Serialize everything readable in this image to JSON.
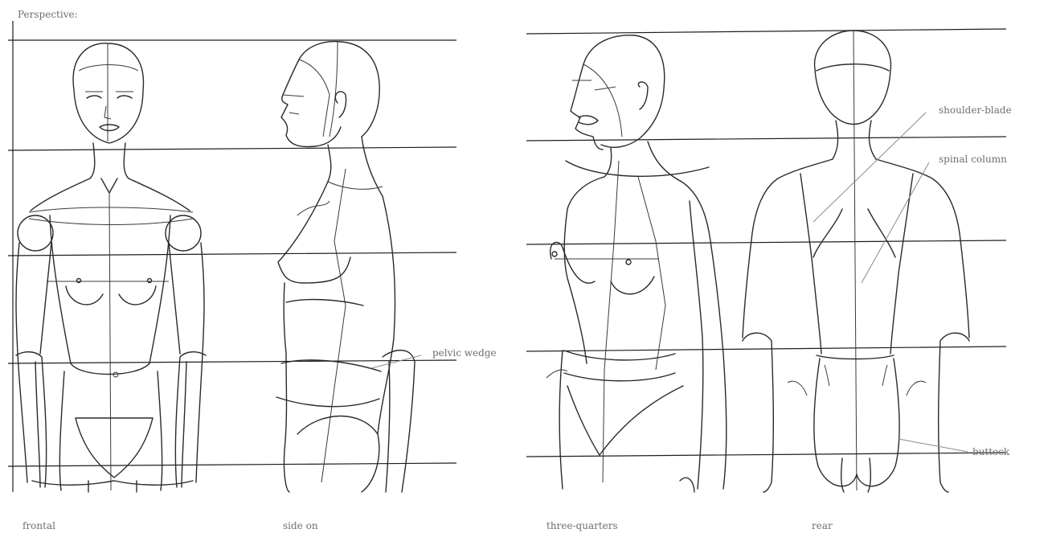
{
  "header": {
    "title": "Perspective:"
  },
  "views": [
    {
      "id": "frontal",
      "caption": "frontal"
    },
    {
      "id": "side",
      "caption": "side on"
    },
    {
      "id": "three-quarters",
      "caption": "three-quarters"
    },
    {
      "id": "rear",
      "caption": "rear"
    }
  ],
  "annotations": {
    "pelvic_wedge": "pelvic wedge",
    "shoulder_blade": "shoulder-blade",
    "spinal_column": "spinal column",
    "buttock": "buttock"
  },
  "colors": {
    "line": "#1e1e1e",
    "label": "#6e6e6e",
    "background": "#ffffff"
  }
}
